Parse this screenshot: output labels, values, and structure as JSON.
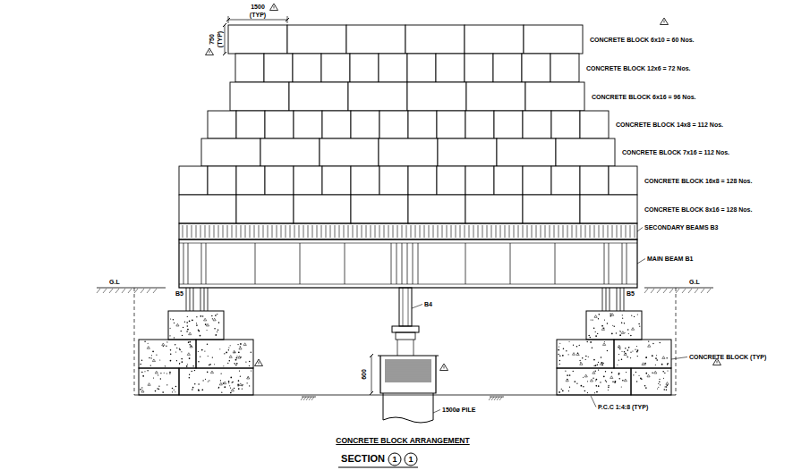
{
  "diagram": {
    "title": "CONCRETE BLOCK ARRANGEMENT",
    "caption": "SECTION",
    "labels": [
      "1500",
      "(TYP)",
      "750",
      "(TYP)",
      "CONCRETE BLOCK 6x10 = 60 Nos.",
      "CONCRETE BLOCK 12x6 = 72 Nos.",
      "CONCRETE BLOCK 6x16 = 96 Nos.",
      "CONCRETE BLOCK 14x8 = 112 Nos.",
      "CONCRETE BLOCK 7x16 = 112 Nos.",
      "CONCRETE BLOCK 16x8 = 128 Nos.",
      "CONCRETE BLOCK 8x16 = 128 Nos.",
      "SECONDARY BEAMS B3",
      "MAIN BEAM B1",
      "B5",
      "B5",
      "G.L",
      "G.L",
      "B4",
      "600",
      "1500ø PILE",
      "CONCRETE BLOCK (TYP)",
      "P.C.C 1:4:8 (TYP)",
      "1",
      "1"
    ]
  }
}
